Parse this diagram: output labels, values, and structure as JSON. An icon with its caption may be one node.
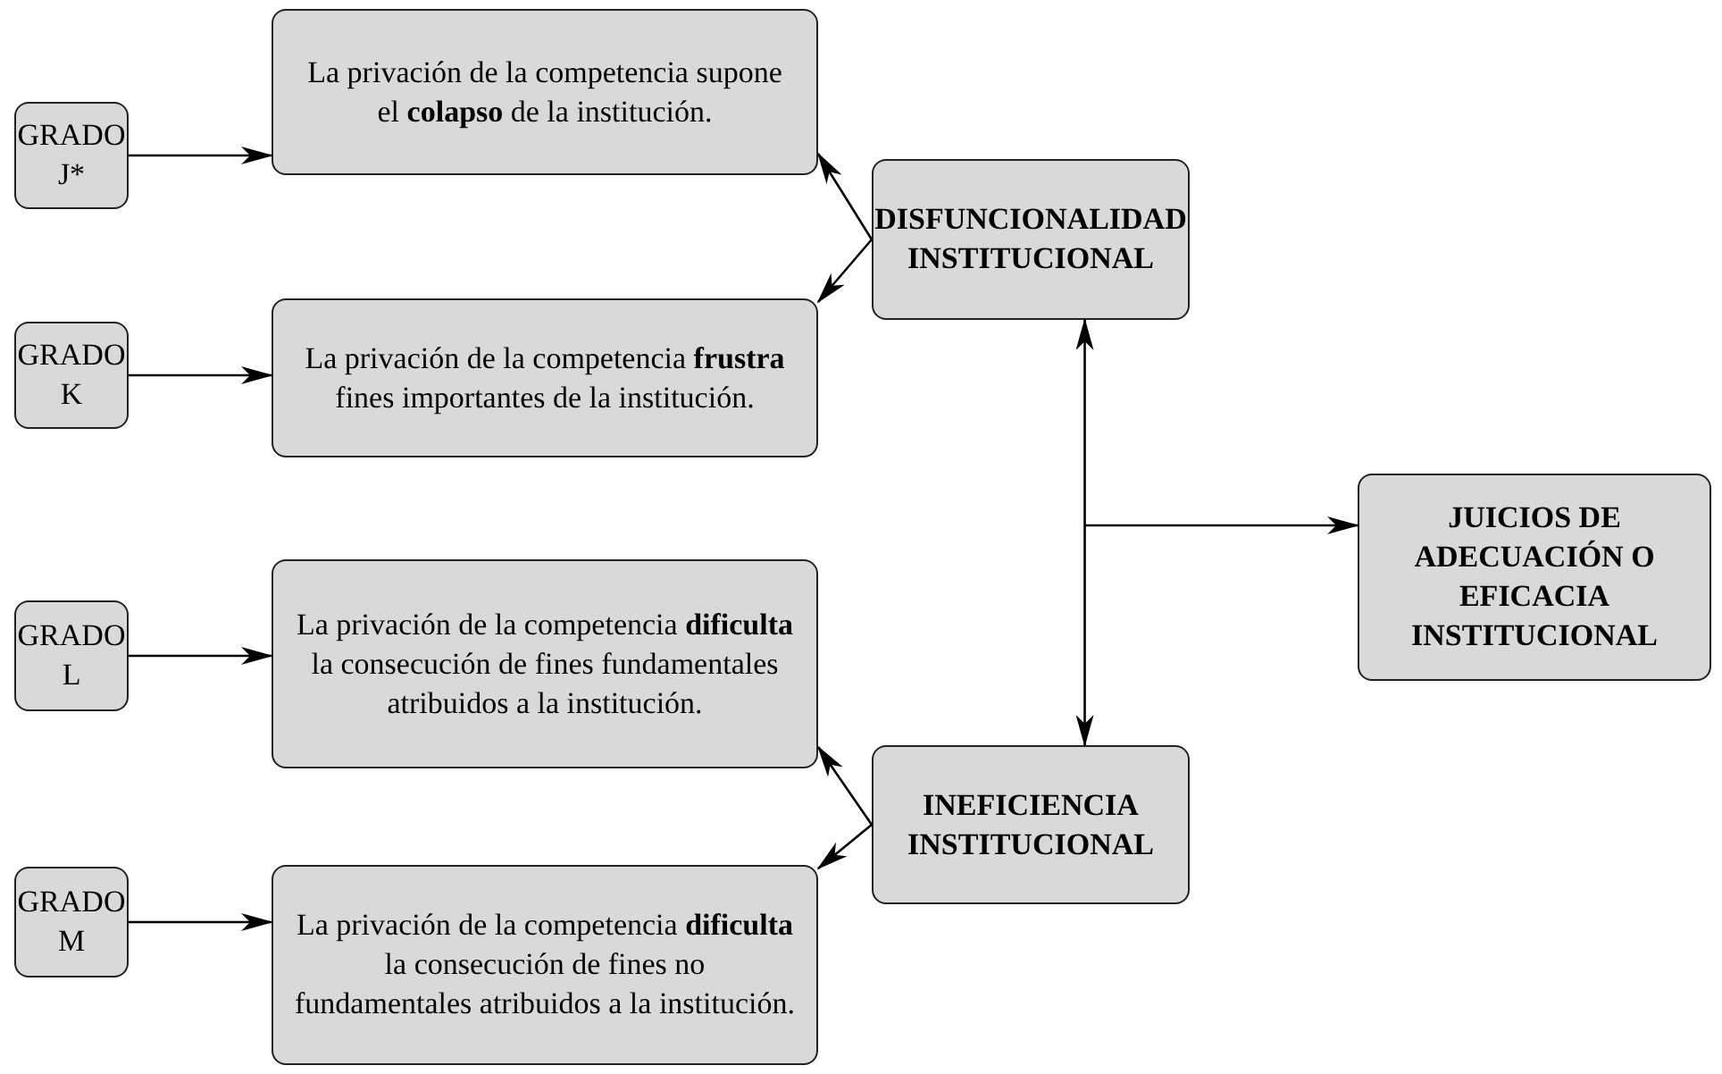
{
  "diagram": {
    "nodes": [
      {
        "text": [
          "GRADO J*"
        ]
      },
      {
        "text": [
          "La privación de la competencia supone el **colapso** de la institución."
        ]
      },
      {
        "text": [
          "GRADO K"
        ]
      },
      {
        "text": [
          "La privación de la competencia **frustra** fines importantes de la institución."
        ]
      },
      {
        "text": [
          "GRADO L"
        ]
      },
      {
        "text": [
          "La privación de la competencia **dificulta** la consecución de fines fundamentales atribuidos a la institución."
        ]
      },
      {
        "text": [
          "GRADO M"
        ]
      },
      {
        "text": [
          "La privación de la competencia **dificulta** la consecución de fines no fundamentales atribuidos a la institución."
        ]
      },
      {
        "text": [
          "DISFUNCIONALIDAD INSTITUCIONAL"
        ]
      },
      {
        "text": [
          "INEFICIENCIA INSTITUCIONAL"
        ]
      },
      {
        "text": [
          "JUICIOS DE ADECUACIÓN O EFICACIA INSTITUCIONAL"
        ]
      }
    ],
    "edges": [
      {
        "from": 0,
        "to": 1,
        "arrow": "to"
      },
      {
        "from": 2,
        "to": 3,
        "arrow": "to"
      },
      {
        "from": 4,
        "to": 5,
        "arrow": "to"
      },
      {
        "from": 6,
        "to": 7,
        "arrow": "to"
      },
      {
        "from": 8,
        "to": 1,
        "arrow": "to"
      },
      {
        "from": 8,
        "to": 3,
        "arrow": "to"
      },
      {
        "from": 9,
        "to": 5,
        "arrow": "to"
      },
      {
        "from": 9,
        "to": 7,
        "arrow": "to"
      },
      {
        "from": 8,
        "to": 9,
        "arrow": "both"
      },
      {
        "from": null,
        "to": 10,
        "arrow": "to"
      }
    ]
  }
}
